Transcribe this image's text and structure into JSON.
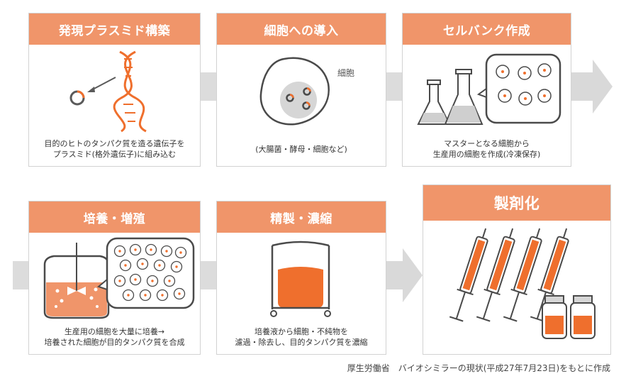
{
  "colors": {
    "accent": "#f0956a",
    "accent_dark": "#ef6f2d",
    "arrow_gray": "#d9d9d9",
    "outline": "#4a4a4a",
    "fill_gray": "#d6d6d6"
  },
  "steps": [
    {
      "title": "発現プラスミド構築",
      "desc": [
        "目的のヒトのタンパク質を造る遺伝子を",
        "プラスミド(格外遺伝子)に組み込む"
      ]
    },
    {
      "title": "細胞への導入",
      "label": "細胞",
      "desc": [
        "(大腸菌・酵母・細胞など)"
      ]
    },
    {
      "title": "セルバンク作成",
      "desc": [
        "マスターとなる細胞から",
        "生産用の細胞を作成(冷凍保存)"
      ]
    },
    {
      "title": "培養・増殖",
      "desc": [
        "生産用の細胞を大量に培養→",
        "培養された細胞が目的タンパク質を合成"
      ]
    },
    {
      "title": "精製・濃縮",
      "desc": [
        "培養液から細胞・不純物を",
        "濾過・除去し、目的タンパク質を濃縮"
      ]
    },
    {
      "title": "製剤化"
    }
  ],
  "source": "厚生労働省　バイオシミラーの現状(平成27年7月23日)をもとに作成"
}
